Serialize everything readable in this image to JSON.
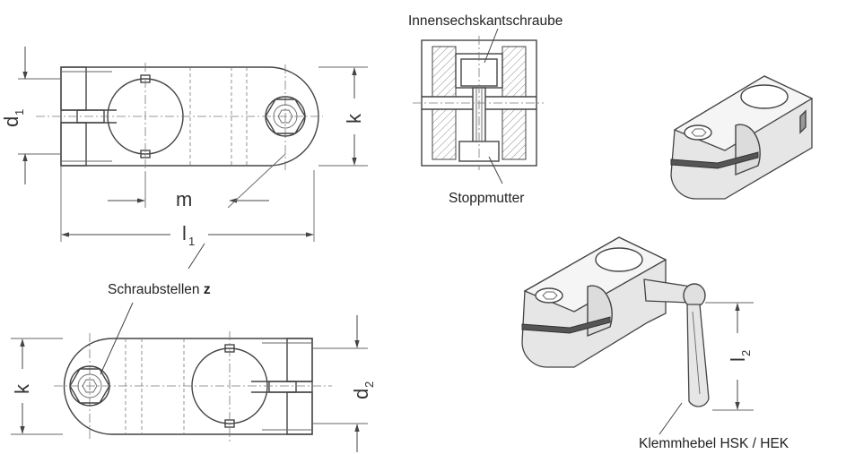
{
  "labels": {
    "socket_screw": "Innensechskantschraube",
    "stop_nut": "Stoppmutter",
    "screw_points": "Schraubstellen",
    "screw_points_symbol": "z",
    "clamp_lever": "Klemmhebel HSK / HEK"
  },
  "dimensions": {
    "d1": {
      "letter": "d",
      "index": "1"
    },
    "d2": {
      "letter": "d",
      "index": "2"
    },
    "k_top": "k",
    "k_bottom": "k",
    "m": "m",
    "l1": {
      "letter": "l",
      "index": "1"
    },
    "l2": {
      "letter": "l",
      "index": "2"
    }
  }
}
